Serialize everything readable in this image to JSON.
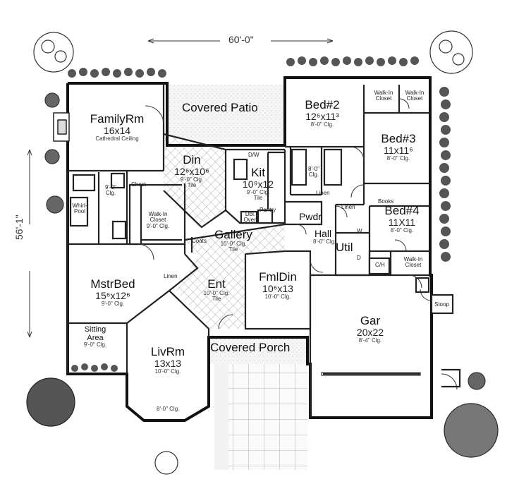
{
  "plan": {
    "overall_width": "60'-0\"",
    "overall_depth": "56'-1\"",
    "rooms": {
      "family": {
        "name": "FamilyRm",
        "dims": "16x14",
        "note": "Cathedral Ceiling"
      },
      "patio": {
        "name": "Covered Patio"
      },
      "din": {
        "name": "Din",
        "dims": "12⁶x10⁶",
        "clg": "9'-0\" Clg.",
        "note": "Tile"
      },
      "kit": {
        "name": "Kit",
        "dims": "10⁹x12",
        "clg": "9'-0\" Clg.",
        "note": "Tile"
      },
      "bed2": {
        "name": "Bed#2",
        "dims": "12⁶x11³",
        "clg": "8'-0\" Clg."
      },
      "bed3": {
        "name": "Bed#3",
        "dims": "11x11⁶",
        "clg": "8'-0\" Clg."
      },
      "bed4": {
        "name": "Bed#4",
        "dims": "11X11",
        "clg": "8'-0\" Clg."
      },
      "gallery": {
        "name": "Gallery",
        "clg": "10'-0\" Clg.",
        "note": "Tile"
      },
      "ent": {
        "name": "Ent",
        "clg": "10'-0\" Clg.",
        "note": "Tile"
      },
      "fmldin": {
        "name": "FmlDin",
        "dims": "10⁶x13",
        "clg": "10'-0\" Clg."
      },
      "mstr": {
        "name": "MstrBed",
        "dims": "15⁶x12⁶",
        "clg": "9'-0\" Clg."
      },
      "sitting": {
        "name": "Sitting Area",
        "clg": "9'-0\" Clg."
      },
      "livrm": {
        "name": "LivRm",
        "dims": "13x13",
        "clg": "10'-0\" Clg.",
        "bay": "8'-0\" Clg."
      },
      "porch": {
        "name": "Covered Porch"
      },
      "gar": {
        "name": "Gar",
        "dims": "20x22",
        "clg": "8'-4\" Clg."
      },
      "hall": {
        "name": "Hall",
        "clg": "8'-0\" Clg."
      },
      "util": {
        "name": "Util"
      },
      "pwdr": {
        "name": "Pwdr"
      },
      "mbath": {
        "clg": "9'-0\" Clg."
      }
    },
    "small": {
      "chest": "Chest",
      "whirlpool": "Whirl-Pool",
      "walkin_mstr": "Walk-In Closet",
      "walkin_mstr_clg": "9'-0\" Clg.",
      "walkin_b2": "Walk-In Closet",
      "walkin_b3": "Walk-In Closet",
      "walkin_b4": "Walk-In Closet",
      "linen1": "Linen",
      "linen2": "Linen",
      "linen3": "Linen",
      "books": "Books",
      "coats": "Coats",
      "pantry": "Pantry",
      "dw": "D/W",
      "dbl_oven": "Dbl. Oven",
      "bath_clg": "8'-0\" Clg.",
      "stoop": "Stoop",
      "ch": "C/H",
      "d": "D",
      "w": "W"
    }
  },
  "colors": {
    "ink": "#1a1a1a",
    "tile": "#cfcfcf",
    "stipple": "#e9e9e9"
  }
}
